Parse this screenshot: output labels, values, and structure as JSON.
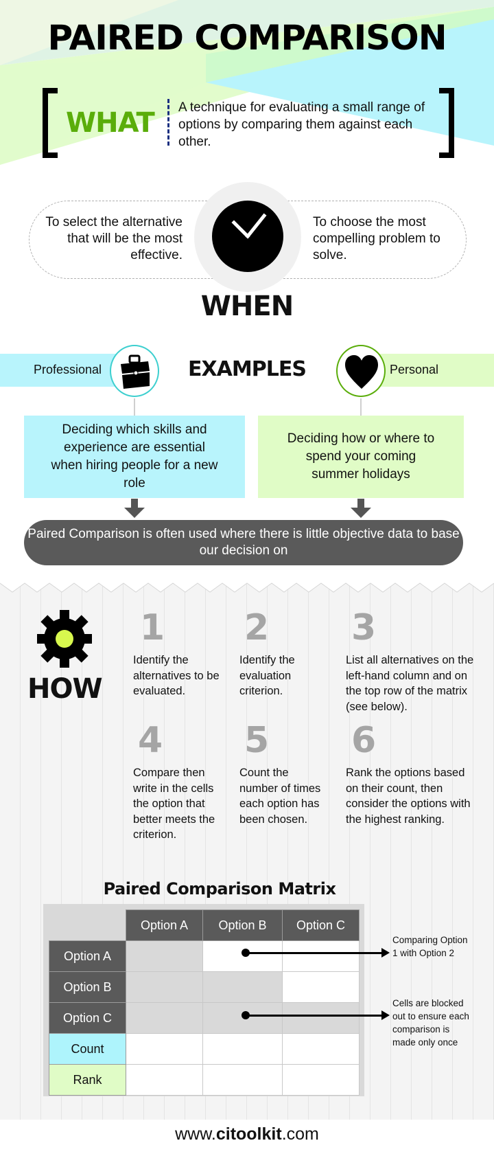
{
  "header": {
    "title": "PAIRED COMPARISON",
    "what_label": "WHAT",
    "what_text": "A technique for evaluating a small range of options by comparing them against each other.",
    "colors": {
      "green_light": "#e2fccc",
      "green_mint": "#c2f8cc",
      "cyan": "#b8f4fc",
      "pale": "#dff3e5",
      "what_green": "#5aad0a"
    }
  },
  "when": {
    "title": "WHEN",
    "left_text": "To select the alternative that will be the most effective.",
    "right_text": "To choose the most compelling problem to solve.",
    "icon": "clock-icon"
  },
  "examples": {
    "title": "EXAMPLES",
    "professional": {
      "label": "Professional",
      "icon": "briefcase-icon",
      "text": "Deciding which skills and experience are essential when hiring people for a new role",
      "color": "#b8f4fc"
    },
    "personal": {
      "label": "Personal",
      "icon": "heart-icon",
      "text": "Deciding how or where to spend your coming summer holidays",
      "color": "#e0fcc6"
    },
    "summary": "Paired Comparison is often used where there is little objective data to base our decision on"
  },
  "how": {
    "title": "HOW",
    "icon": "gear-icon",
    "steps": [
      {
        "number": "1",
        "text": "Identify the alternatives to be evaluated."
      },
      {
        "number": "2",
        "text": "Identify the evaluation criterion."
      },
      {
        "number": "3",
        "text": "List all alternatives on the left-hand column and on the top row of the matrix (see below)."
      },
      {
        "number": "4",
        "text": "Compare then write in the cells the option that better meets the criterion."
      },
      {
        "number": "5",
        "text": "Count the number of times each option has been chosen."
      },
      {
        "number": "6",
        "text": "Rank the options based on their count, then consider the options with the highest ranking."
      }
    ]
  },
  "matrix": {
    "title": "Paired Comparison Matrix",
    "columns": [
      "Option A",
      "Option B",
      "Option C"
    ],
    "rows": [
      "Option A",
      "Option B",
      "Option C",
      "Count",
      "Rank"
    ],
    "callouts": [
      {
        "text": "Comparing Option 1 with Option 2"
      },
      {
        "text": "Cells are blocked out to ensure each comparison is made only once"
      }
    ]
  },
  "footer": {
    "prefix": "www.",
    "brand": "citoolkit",
    "suffix": ".com"
  }
}
